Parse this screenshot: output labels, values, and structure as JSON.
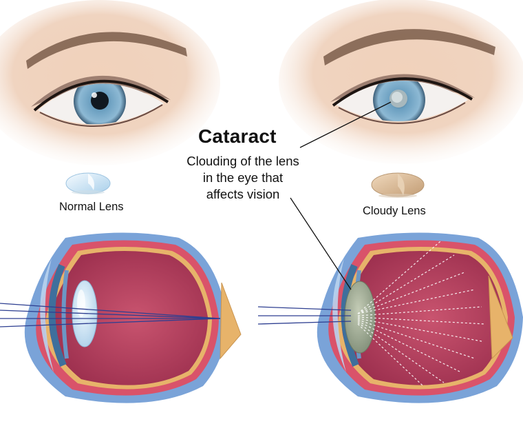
{
  "title": "Cataract",
  "description": "Clouding of the lens in the eye that affects vision",
  "labels": {
    "normal_lens": "Normal Lens",
    "cloudy_lens": "Cloudy Lens"
  },
  "colors": {
    "eyeball_interior": "#b33a5c",
    "sclera_outer": "#7aa3d8",
    "choroid": "#c9465f",
    "retina_edge": "#e7b36a",
    "iris_blue": "#6fa3c7",
    "normal_lens": "#cfe6f7",
    "cloudy_lens": "#9bab92",
    "skin": "#e8c4a8"
  }
}
